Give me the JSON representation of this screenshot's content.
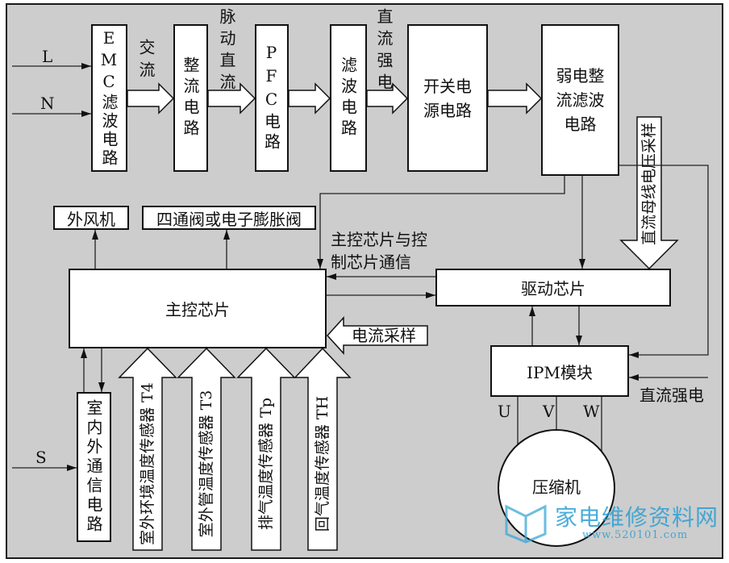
{
  "inputs": {
    "L": "L",
    "N": "N",
    "S": "S"
  },
  "blocks": {
    "emc": "EMC滤波电路",
    "rectifier": "整流电路",
    "pfc": "PFC电路",
    "filter": "滤波电路",
    "smps": [
      "开关电",
      "源电路"
    ],
    "weak_rectifier": [
      "弱电整",
      "流滤波",
      "电路"
    ],
    "outdoor_fan": "外风机",
    "valve": "四通阀或电子膨胀阀",
    "main_chip": "主控芯片",
    "driver_chip": "驱动芯片",
    "ipm": "IPM模块",
    "comm_circuit": "室内外通信电路",
    "compressor": "压缩机"
  },
  "labels": {
    "ac": "交流",
    "pulsating_dc": "脉动直流",
    "dc_high_voltage_top": "直流强电",
    "chip_comm": [
      "主控芯片与控",
      "制芯片通信"
    ],
    "current_sampling": "电流采样",
    "dc_bus_voltage_sampling": "直流母线电压采样",
    "dc_high_voltage_ipm": "直流强电",
    "phases": [
      "U",
      "V",
      "W"
    ]
  },
  "sensors": [
    "室外环境温度传感器 T4",
    "室外管温度传感器 T3",
    "排气温度传感器 Tp",
    "回气温度传感器 TH"
  ],
  "watermark": {
    "name": "家电维修资料网",
    "url": "www.520101.com"
  },
  "colors": {
    "background": "#cdcdcd",
    "box_fill": "#ffffff",
    "stroke": "#111111",
    "watermark": "#2b9fd3"
  }
}
